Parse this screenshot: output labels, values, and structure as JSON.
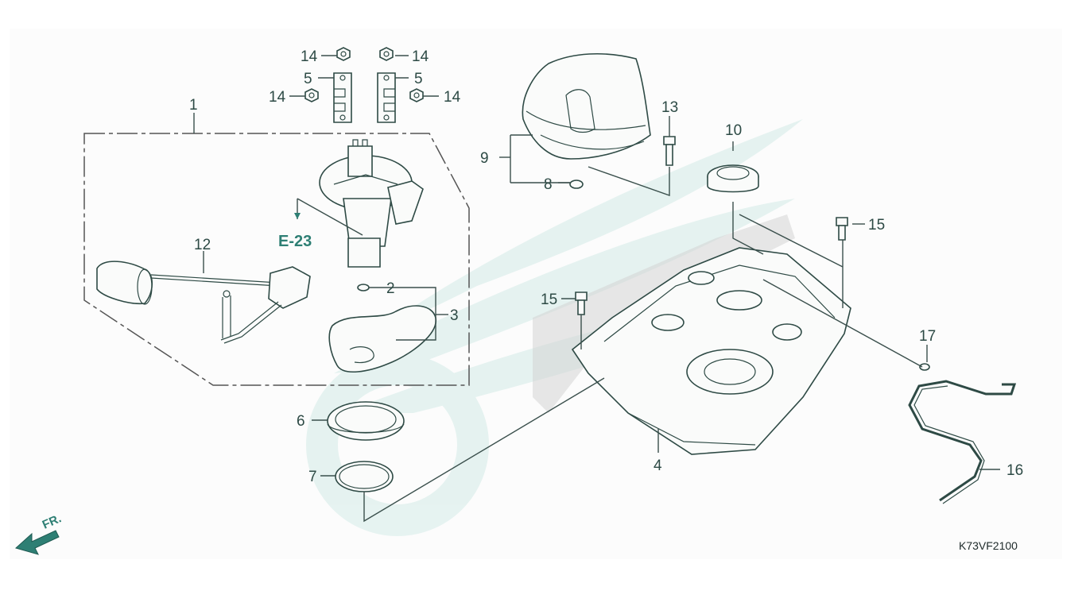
{
  "diagram": {
    "part_labels": {
      "p1": "1",
      "p2": "2",
      "p3": "3",
      "p4": "4",
      "p5a": "5",
      "p5b": "5",
      "p6": "6",
      "p7": "7",
      "p8": "8",
      "p9": "9",
      "p10": "10",
      "p12": "12",
      "p13": "13",
      "p14a": "14",
      "p14b": "14",
      "p14c": "14",
      "p14d": "14",
      "p15a": "15",
      "p15b": "15",
      "p16": "16",
      "p17": "17"
    },
    "reference": "E-23",
    "direction": "FR.",
    "drawing_code": "K73VF2100",
    "colors": {
      "line": "#2e4a45",
      "label": "#2d4a45",
      "accent": "#2e7f74",
      "watermark": "#dcefeb",
      "background": "#ffffff"
    }
  }
}
